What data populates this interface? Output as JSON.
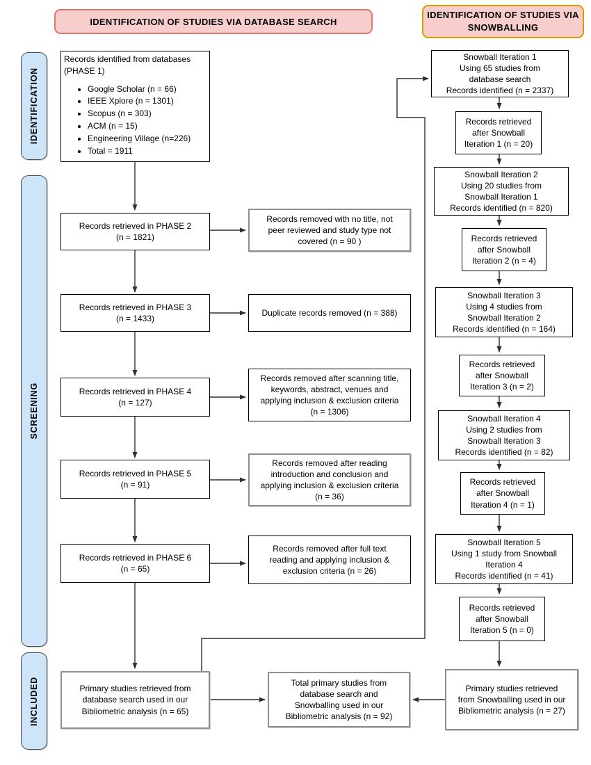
{
  "colors": {
    "header_fill": "#f8cecc",
    "header_db_border": "#e0766e",
    "header_sb_border": "#d79b00",
    "stage_fill": "#cde4f9",
    "gray_box_border": "#8f8f8f",
    "line": "#2f2f2f"
  },
  "headers": {
    "database_search": "IDENTIFICATION OF STUDIES VIA DATABASE SEARCH",
    "snowballing": [
      "IDENTIFICATION OF STUDIES VIA",
      "SNOWBALLING"
    ]
  },
  "stages": {
    "identification": "IDENTIFICATION",
    "screening": "SCREENING",
    "included": "INCLUDED"
  },
  "database_flow": {
    "phase1_title": "Records identified from databases (PHASE 1)",
    "phase1_sources": [
      "Google Scholar (n = 66)",
      "IEEE Xplore  (n = 1301)",
      "Scopus (n = 303)",
      "ACM (n = 15)",
      "Engineering Village (n=226)",
      "Total = 1911"
    ],
    "phase2": [
      "Records retrieved in PHASE 2",
      "(n = 1821)"
    ],
    "phase3": [
      "Records retrieved in PHASE 3",
      "(n = 1433)"
    ],
    "phase4": [
      "Records retrieved in PHASE 4",
      "(n = 127)"
    ],
    "phase5": [
      "Records retrieved in PHASE 5",
      "(n = 91)"
    ],
    "phase6": [
      "Records retrieved in PHASE 6",
      "(n = 65)"
    ],
    "primary_db": [
      "Primary studies retrieved from",
      "database search used in our",
      "Bibliometric analysis (n = 65)"
    ]
  },
  "removals": {
    "phase2": [
      "Records removed with no title, not",
      "peer reviewed and study type not",
      "covered (n = 90 )"
    ],
    "phase3": [
      "Duplicate records removed (n = 388)"
    ],
    "phase4": [
      "Records removed after scanning title,",
      "keywords, abstract, venues and",
      "applying inclusion & exclusion criteria",
      "(n = 1306)"
    ],
    "phase5": [
      "Records removed after reading",
      "introduction and conclusion and",
      "applying inclusion & exclusion criteria",
      "(n = 36)"
    ],
    "phase6": [
      "Records removed after full text",
      "reading and applying inclusion &",
      "exclusion criteria (n = 26)"
    ]
  },
  "snowballing": {
    "iteration1": [
      "Snowball Iteration 1",
      "Using 65 studies from",
      "database search",
      "Records identified (n = 2337)"
    ],
    "retrieved1": [
      "Records retrieved",
      "after Snowball",
      "Iteration 1 (n = 20)"
    ],
    "iteration2": [
      "Snowball Iteration 2",
      "Using 20 studies from",
      "Snowball Iteration 1",
      "Records identified (n = 820)"
    ],
    "retrieved2": [
      "Records retrieved",
      "after Snowball",
      "Iteration 2 (n = 4)"
    ],
    "iteration3": [
      "Snowball Iteration 3",
      "Using 4 studies from",
      "Snowball Iteration 2",
      "Records identified (n = 164)"
    ],
    "retrieved3": [
      "Records retrieved",
      "after Snowball",
      "Iteration 3 (n = 2)"
    ],
    "iteration4": [
      "Snowball Iteration 4",
      "Using 2 studies from",
      "Snowball Iteration 3",
      "Records identified (n = 82)"
    ],
    "retrieved4": [
      "Records retrieved",
      "after Snowball",
      "Iteration 4 (n = 1)"
    ],
    "iteration5": [
      "Snowball Iteration 5",
      "Using 1 study from Snowball",
      "Iteration 4",
      "Records identified (n = 41)"
    ],
    "retrieved5": [
      "Records retrieved",
      "after Snowball",
      "Iteration 5 (n = 0)"
    ],
    "primary_snowball": [
      "Primary studies retrieved",
      "from Snowballing used in our",
      "Bibliometric analysis (n = 27)"
    ]
  },
  "total_primary": [
    "Total primary studies from",
    "database search and",
    "Snowballing used in our",
    "Bibliometric analysis (n = 92)"
  ]
}
